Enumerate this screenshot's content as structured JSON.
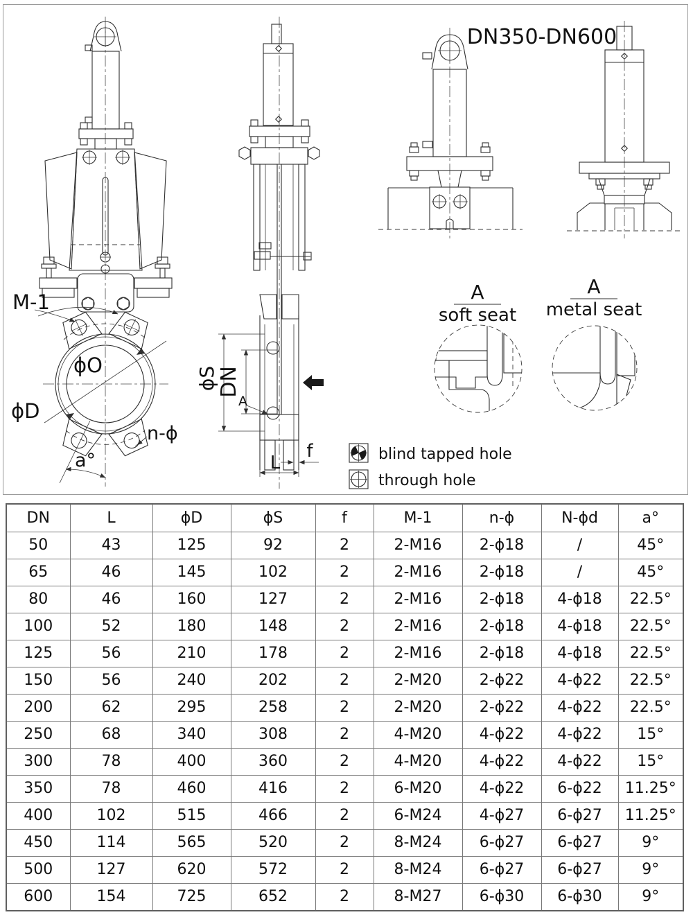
{
  "title": "DN350-DN600",
  "labels": {
    "m1": "M-1",
    "phi_o": "ϕO",
    "phi_d": "ϕD",
    "n_phi": "n-ϕ",
    "a_deg": "a°",
    "phi_s": "ϕS",
    "dn": "DN",
    "detail_ref": "A",
    "f": "f",
    "l": "L"
  },
  "details": {
    "soft": {
      "ref": "A",
      "caption": "soft seat"
    },
    "metal": {
      "ref": "A",
      "caption": "metal seat"
    }
  },
  "legend": {
    "blind_tapped": "blind tapped hole",
    "through": "through hole"
  },
  "table": {
    "headers": [
      "DN",
      "L",
      "ϕD",
      "ϕS",
      "f",
      "M-1",
      "n-ϕ",
      "N-ϕd",
      "a°"
    ],
    "rows": [
      [
        "50",
        "43",
        "125",
        "92",
        "2",
        "2-M16",
        "2-ϕ18",
        "/",
        "45°"
      ],
      [
        "65",
        "46",
        "145",
        "102",
        "2",
        "2-M16",
        "2-ϕ18",
        "/",
        "45°"
      ],
      [
        "80",
        "46",
        "160",
        "127",
        "2",
        "2-M16",
        "2-ϕ18",
        "4-ϕ18",
        "22.5°"
      ],
      [
        "100",
        "52",
        "180",
        "148",
        "2",
        "2-M16",
        "2-ϕ18",
        "4-ϕ18",
        "22.5°"
      ],
      [
        "125",
        "56",
        "210",
        "178",
        "2",
        "2-M16",
        "2-ϕ18",
        "4-ϕ18",
        "22.5°"
      ],
      [
        "150",
        "56",
        "240",
        "202",
        "2",
        "2-M20",
        "2-ϕ22",
        "4-ϕ22",
        "22.5°"
      ],
      [
        "200",
        "62",
        "295",
        "258",
        "2",
        "2-M20",
        "2-ϕ22",
        "4-ϕ22",
        "22.5°"
      ],
      [
        "250",
        "68",
        "340",
        "308",
        "2",
        "4-M20",
        "4-ϕ22",
        "4-ϕ22",
        "15°"
      ],
      [
        "300",
        "78",
        "400",
        "360",
        "2",
        "4-M20",
        "4-ϕ22",
        "4-ϕ22",
        "15°"
      ],
      [
        "350",
        "78",
        "460",
        "416",
        "2",
        "6-M20",
        "4-ϕ22",
        "6-ϕ22",
        "11.25°"
      ],
      [
        "400",
        "102",
        "515",
        "466",
        "2",
        "6-M24",
        "4-ϕ27",
        "6-ϕ27",
        "11.25°"
      ],
      [
        "450",
        "114",
        "565",
        "520",
        "2",
        "8-M24",
        "6-ϕ27",
        "6-ϕ27",
        "9°"
      ],
      [
        "500",
        "127",
        "620",
        "572",
        "2",
        "8-M24",
        "6-ϕ27",
        "6-ϕ27",
        "9°"
      ],
      [
        "600",
        "154",
        "725",
        "652",
        "2",
        "8-M27",
        "6-ϕ30",
        "6-ϕ30",
        "9°"
      ]
    ]
  },
  "colors": {
    "line": "#2f2f2f",
    "table_border": "#787878",
    "text": "#111111",
    "background": "#ffffff"
  }
}
